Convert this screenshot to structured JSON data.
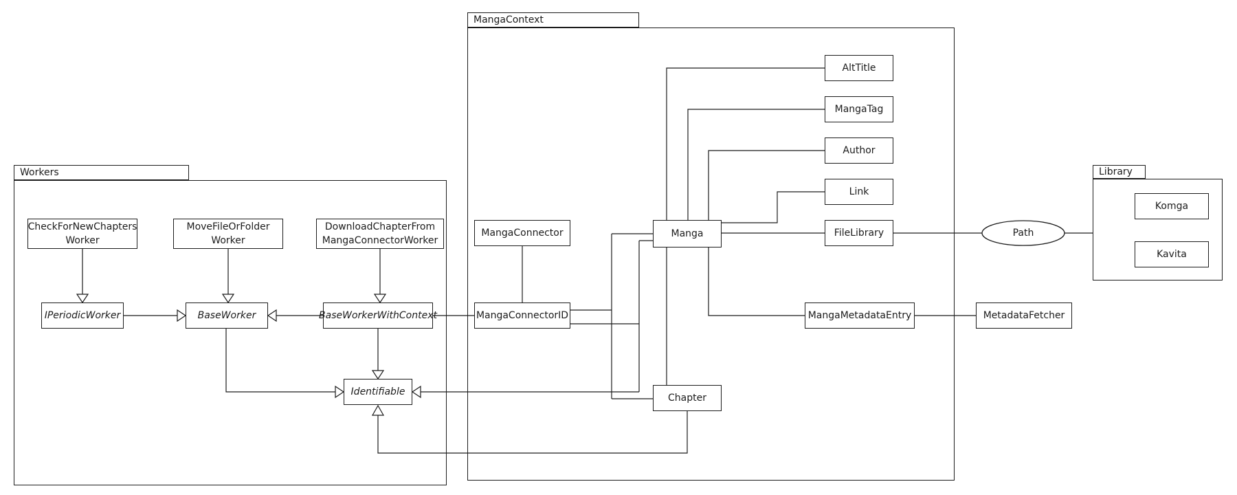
{
  "packages": {
    "workers": {
      "label": "Workers"
    },
    "manga_context": {
      "label": "MangaContext"
    },
    "library": {
      "label": "Library"
    }
  },
  "nodes": {
    "check_worker": {
      "line1": "CheckForNewChapters",
      "line2": "Worker"
    },
    "move_worker": {
      "line1": "MoveFileOrFolder",
      "line2": "Worker"
    },
    "download_worker": {
      "line1": "DownloadChapterFrom",
      "line2": "MangaConnectorWorker"
    },
    "iperiodic_worker": {
      "line1": "IPeriodicWorker"
    },
    "base_worker": {
      "line1": "BaseWorker"
    },
    "base_worker_with_context": {
      "line1": "BaseWorkerWithContext"
    },
    "identifiable": {
      "line1": "Identifiable"
    },
    "manga_connector": {
      "line1": "MangaConnector"
    },
    "manga_connector_id": {
      "line1": "MangaConnectorID"
    },
    "manga": {
      "line1": "Manga"
    },
    "chapter": {
      "line1": "Chapter"
    },
    "alt_title": {
      "line1": "AltTitle"
    },
    "manga_tag": {
      "line1": "MangaTag"
    },
    "author": {
      "line1": "Author"
    },
    "link": {
      "line1": "Link"
    },
    "file_library": {
      "line1": "FileLibrary"
    },
    "manga_metadata_entry": {
      "line1": "MangaMetadataEntry"
    },
    "metadata_fetcher": {
      "line1": "MetadataFetcher"
    },
    "komga": {
      "line1": "Komga"
    },
    "kavita": {
      "line1": "Kavita"
    },
    "path": {
      "line1": "Path"
    }
  },
  "relationships": [
    {
      "from": "CheckForNewChaptersWorker",
      "to": "IPeriodicWorker",
      "type": "realization"
    },
    {
      "from": "MoveFileOrFolderWorker",
      "to": "BaseWorker",
      "type": "realization"
    },
    {
      "from": "DownloadChapterFromMangaConnectorWorker",
      "to": "BaseWorkerWithContext",
      "type": "realization"
    },
    {
      "from": "IPeriodicWorker",
      "to": "BaseWorker",
      "type": "generalization"
    },
    {
      "from": "BaseWorkerWithContext",
      "to": "BaseWorker",
      "type": "generalization"
    },
    {
      "from": "BaseWorkerWithContext",
      "to": "Identifiable",
      "type": "generalization"
    },
    {
      "from": "BaseWorker",
      "to": "Identifiable",
      "type": "generalization"
    },
    {
      "from": "BaseWorkerWithContext",
      "to": "MangaConnectorID",
      "type": "association"
    },
    {
      "from": "MangaConnector",
      "to": "MangaConnectorID",
      "type": "association"
    },
    {
      "from": "MangaConnectorID",
      "to": "Manga",
      "type": "association"
    },
    {
      "from": "MangaConnectorID",
      "to": "Chapter",
      "type": "association"
    },
    {
      "from": "Manga",
      "to": "Identifiable",
      "type": "generalization"
    },
    {
      "from": "Chapter",
      "to": "Identifiable",
      "type": "generalization"
    },
    {
      "from": "Manga",
      "to": "Chapter",
      "type": "association"
    },
    {
      "from": "Manga",
      "to": "AltTitle",
      "type": "association"
    },
    {
      "from": "Manga",
      "to": "MangaTag",
      "type": "association"
    },
    {
      "from": "Manga",
      "to": "Author",
      "type": "association"
    },
    {
      "from": "Manga",
      "to": "Link",
      "type": "association"
    },
    {
      "from": "Manga",
      "to": "FileLibrary",
      "type": "association"
    },
    {
      "from": "Manga",
      "to": "MangaMetadataEntry",
      "type": "association"
    },
    {
      "from": "MangaMetadataEntry",
      "to": "MetadataFetcher",
      "type": "association"
    },
    {
      "from": "FileLibrary",
      "to": "Path",
      "type": "association"
    },
    {
      "from": "Path",
      "to": "Library",
      "type": "association"
    }
  ],
  "colors": {
    "stroke": "#1b1b1b",
    "background": "#ffffff"
  }
}
